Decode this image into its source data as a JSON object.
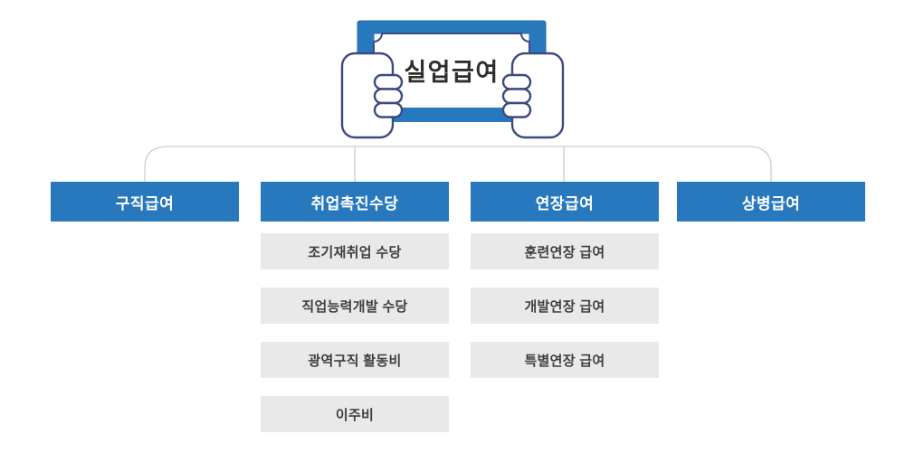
{
  "banner": {
    "title": "실업급여"
  },
  "colors": {
    "primary_blue": "#2878be",
    "frame_edge": "#2a6aa5",
    "outline_navy": "#3b4b7e",
    "box_gray": "#e9e9e9",
    "gray_text": "#3f3f3f",
    "connector_gray": "#cdcdcd"
  },
  "categories": [
    {
      "label": "구직급여",
      "children": []
    },
    {
      "label": "취업촉진수당",
      "children": [
        "조기재취업 수당",
        "직업능력개발 수당",
        "광역구직 활동비",
        "이주비"
      ]
    },
    {
      "label": "연장급여",
      "children": [
        "훈련연장 급여",
        "개발연장 급여",
        "특별연장 급여"
      ]
    },
    {
      "label": "상병급여",
      "children": []
    }
  ]
}
